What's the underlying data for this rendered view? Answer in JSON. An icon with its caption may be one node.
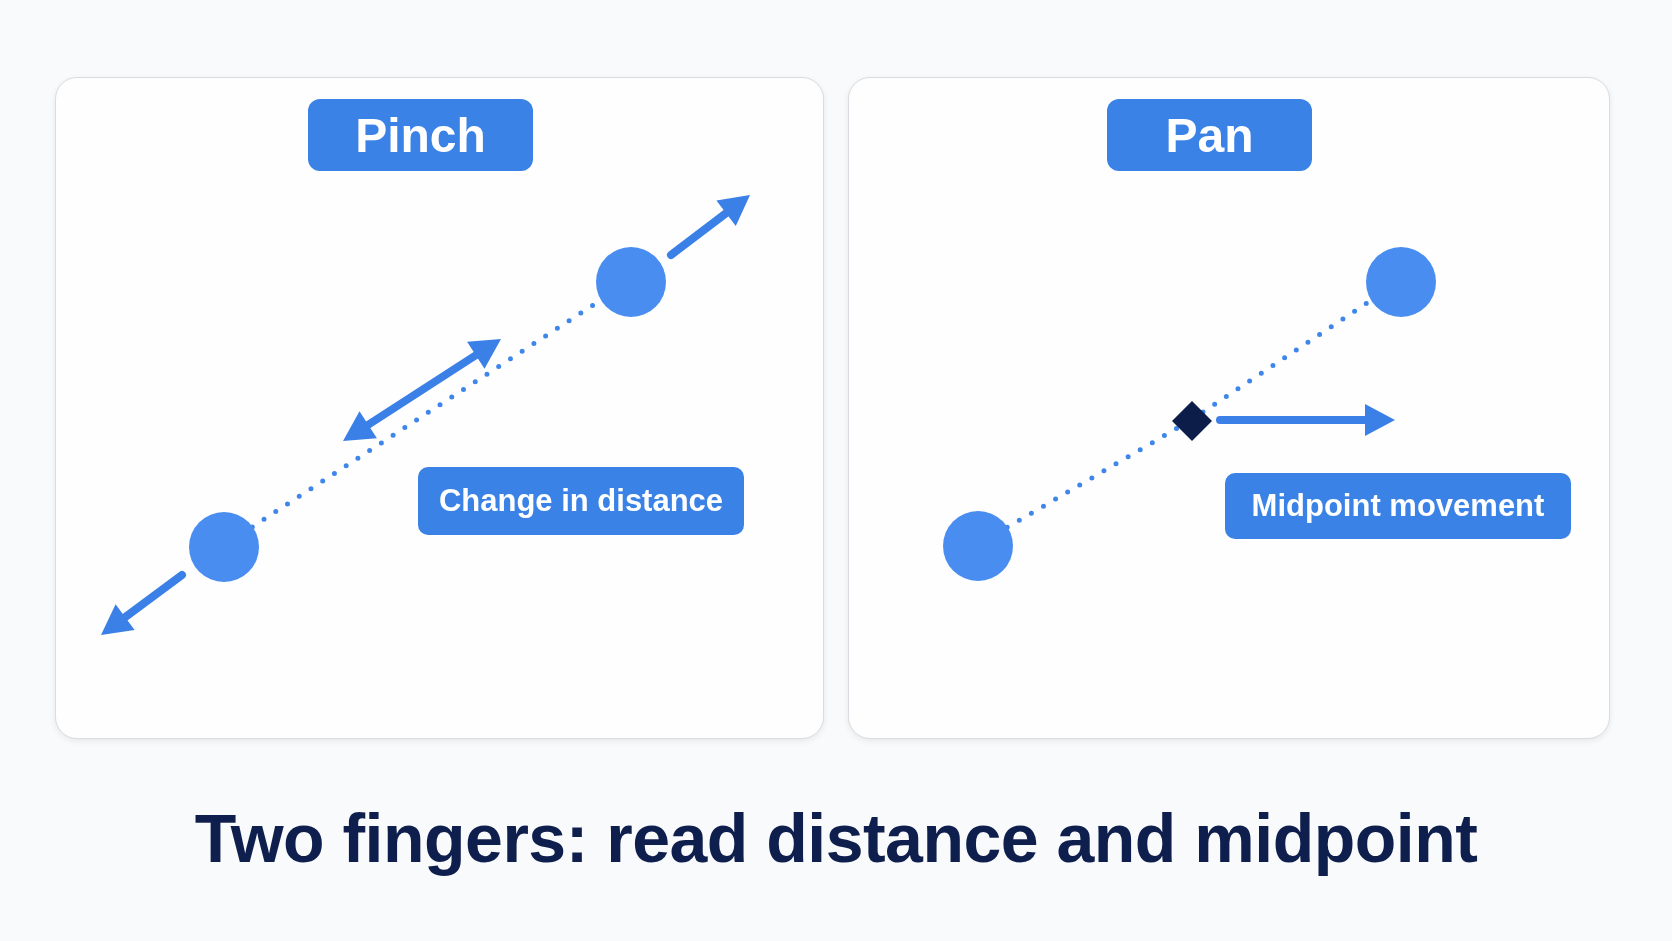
{
  "diagram": {
    "title": "Two fingers: read distance and midpoint",
    "nodes": [
      {
        "text": [],
        "shape": "box"
      },
      {
        "text": [
          "Pinch"
        ],
        "in": 0
      },
      {
        "text": [],
        "shape": "circle",
        "in": 0
      },
      {
        "text": [],
        "shape": "circle",
        "in": 0
      },
      {
        "text": [
          "Change in distance"
        ],
        "in": 0
      },
      {
        "text": [],
        "shape": "box"
      },
      {
        "text": [
          "Pan"
        ],
        "in": 5
      },
      {
        "text": [],
        "shape": "circle",
        "in": 5
      },
      {
        "text": [],
        "shape": "diamond",
        "in": 5
      },
      {
        "text": [],
        "shape": "circle",
        "in": 5
      },
      {
        "text": [
          "Midpoint movement"
        ],
        "in": 5
      }
    ],
    "edges": [
      {
        "from": 2,
        "to": 3,
        "arrow": "none",
        "style": "dashed"
      },
      {
        "from": 7,
        "to": 8,
        "arrow": "none",
        "style": "dashed"
      },
      {
        "from": 8,
        "to": 9,
        "arrow": "none",
        "style": "dashed"
      }
    ]
  }
}
